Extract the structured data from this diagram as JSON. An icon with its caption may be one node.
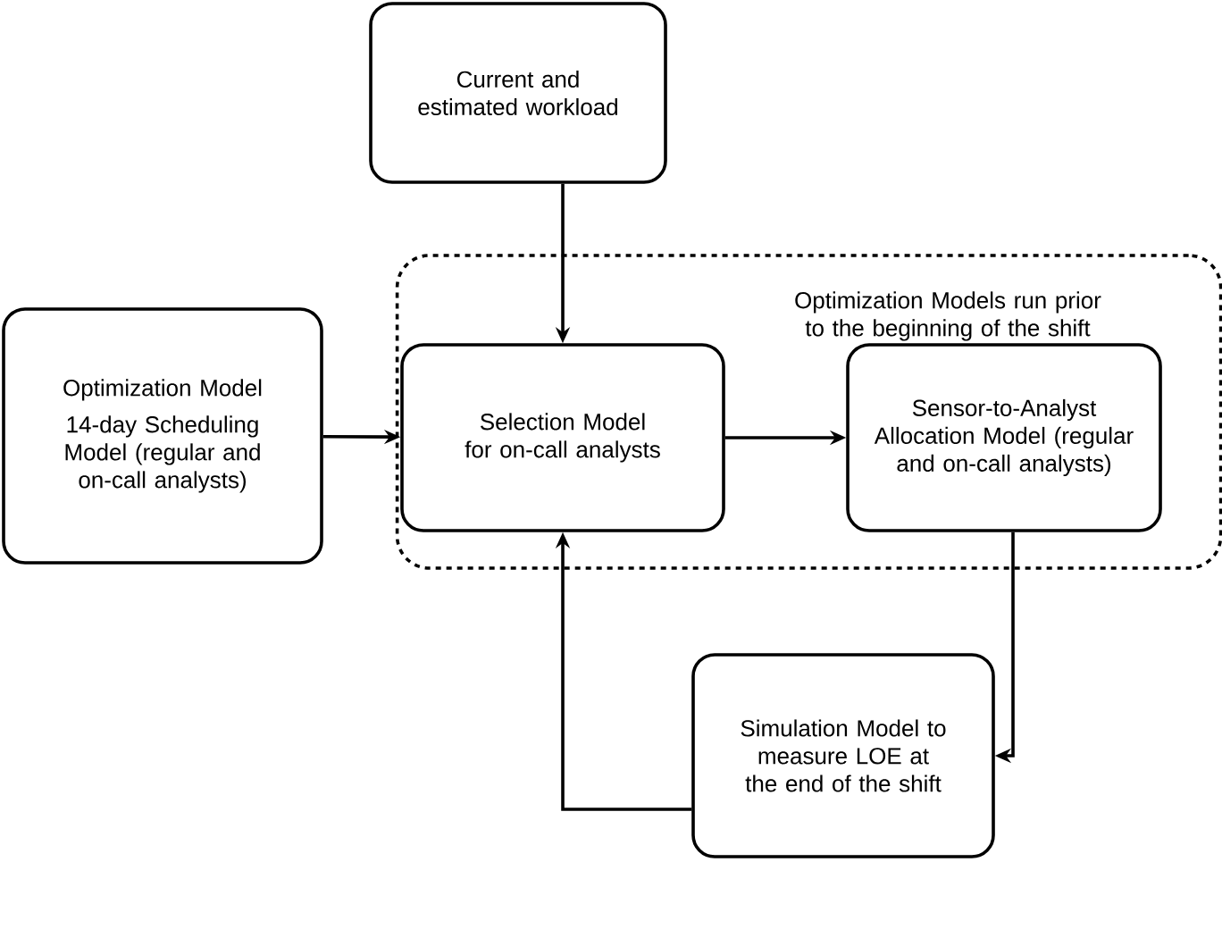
{
  "diagram": {
    "nodes": [
      {
        "text": [
          "Current and estimated workload"
        ]
      },
      {
        "text": [
          "Optimization Models run prior to the beginning of the shift"
        ]
      },
      {
        "text": [
          "Optimization Model",
          "14-day Scheduling Model (regular and on-call analysts)"
        ]
      },
      {
        "text": [
          "Selection Model for on-call analysts"
        ],
        "in": 1
      },
      {
        "text": [
          "Sensor-to-Analyst Allocation Model (regular and on-call analysts)"
        ],
        "in": 1
      },
      {
        "text": [
          "Simulation Model to measure LOE at the end of the shift"
        ]
      }
    ],
    "edges": [
      {
        "from": 0,
        "to": 3,
        "arrow": "to"
      },
      {
        "from": 2,
        "to": 3,
        "arrow": "to"
      },
      {
        "from": 3,
        "to": 4,
        "arrow": "to"
      },
      {
        "from": 4,
        "to": 5,
        "arrow": "to"
      },
      {
        "from": 5,
        "to": 3,
        "arrow": "to"
      }
    ]
  }
}
